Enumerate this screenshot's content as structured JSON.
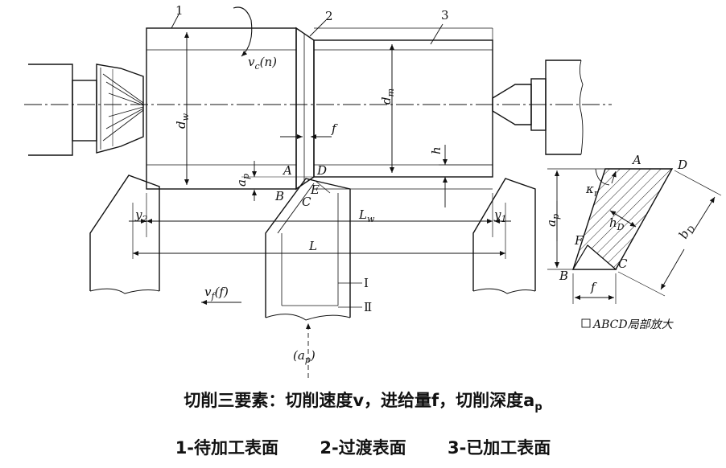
{
  "labels": {
    "part1": "1",
    "part2": "2",
    "part3": "3",
    "vc": "v",
    "vc_sub": "c",
    "vc_n": "(n)",
    "dw": "d",
    "dw_sub": "w",
    "dm": "d",
    "dm_sub": "m",
    "f_top": "f",
    "h": "h",
    "ap": "a",
    "ap_sub": "p",
    "A": "A",
    "B": "B",
    "C": "C",
    "D": "D",
    "E": "E",
    "y2": "y",
    "y2_sub": "2",
    "y1": "y",
    "y1_sub": "1",
    "Lw": "L",
    "Lw_sub": "w",
    "L": "L",
    "roman1": "Ⅰ",
    "roman2": "Ⅱ",
    "vf": "v",
    "vf_sub": "f",
    "vf_f": "(f)",
    "ap_bottom": "(a",
    "ap_bottom_sub": "p",
    "ap_bottom_close": ")"
  },
  "inset": {
    "A": "A",
    "D": "D",
    "B": "B",
    "C": "C",
    "F": "F",
    "kr": "κ",
    "kr_sub": "r",
    "hD": "h",
    "hD_sub": "D",
    "bD": "b",
    "bD_sub": "D",
    "ap": "a",
    "ap_sub": "p",
    "f": "f",
    "caption": "ABCD局部放大"
  },
  "captions": {
    "line1": "切削三要素：切削速度v，进给量f，切削深度a",
    "line1_sub": "p",
    "line2_items": [
      "1-待加工表面",
      "2-过渡表面",
      "3-已加工表面"
    ]
  }
}
